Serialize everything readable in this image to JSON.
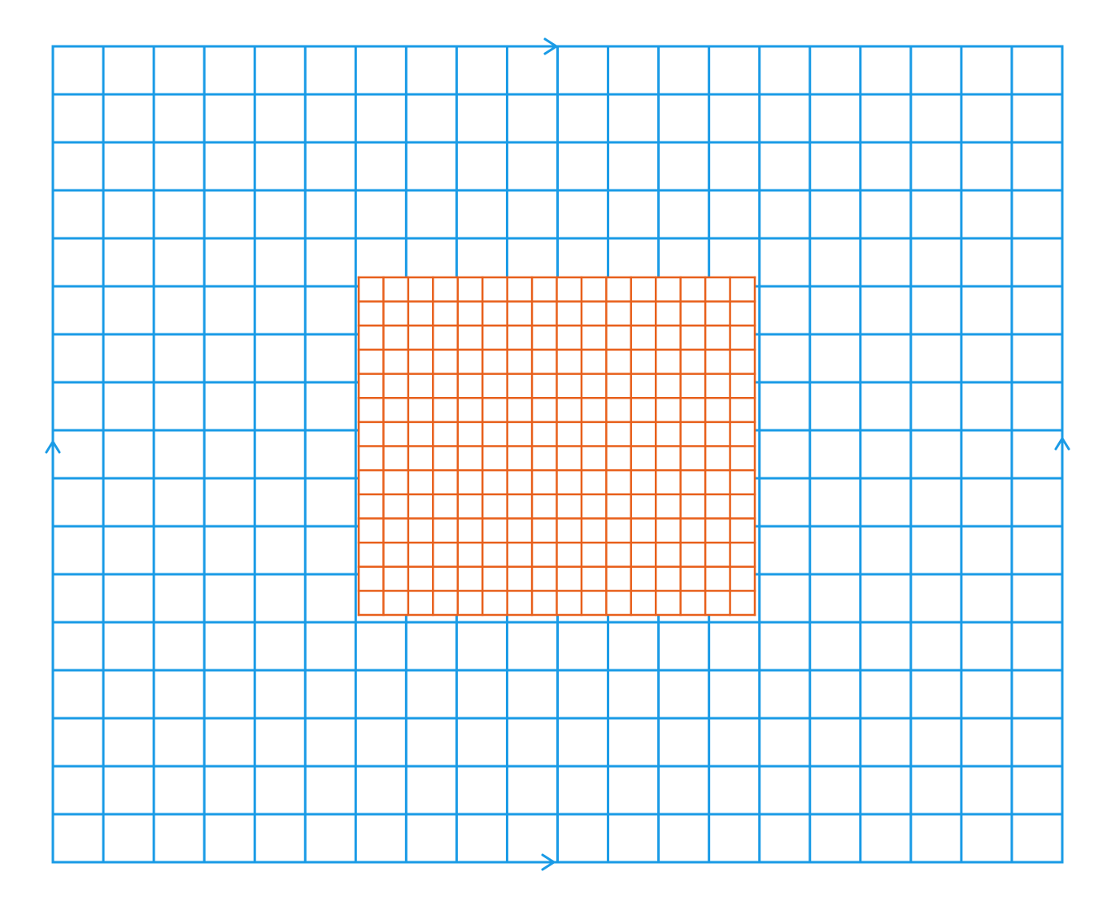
{
  "diagram": {
    "outer_grid": {
      "color": "#1a9be6",
      "columns": 20,
      "rows": 17
    },
    "inner_grid": {
      "color": "#e8601c",
      "columns": 16,
      "rows": 14
    },
    "edge_arrows": [
      "top-right",
      "bottom-right",
      "left-up",
      "right-up"
    ]
  }
}
